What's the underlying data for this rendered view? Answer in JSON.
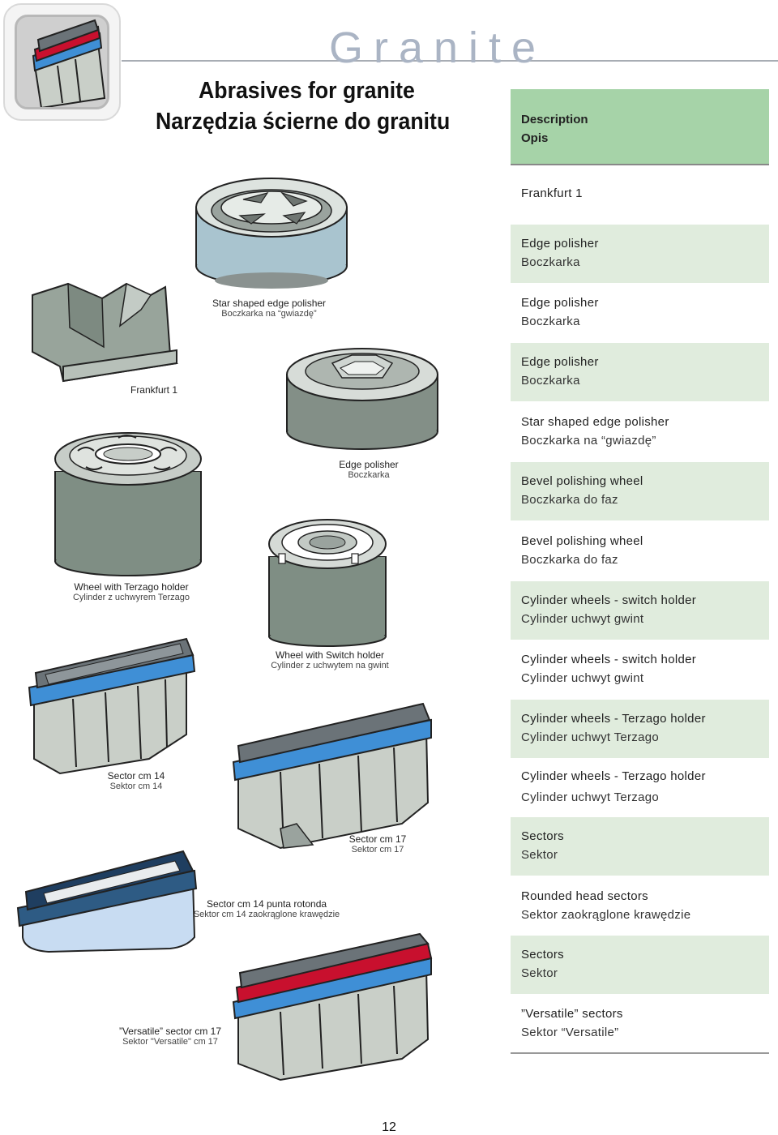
{
  "header": {
    "title": "Granite",
    "heading_en": "Abrasives for granite",
    "heading_pl": "Narzędzia ścierne do granitu"
  },
  "description_header": {
    "line1": "Description",
    "line2": "Opis"
  },
  "rows": [
    {
      "line1": "Frankfurt 1",
      "line2": "",
      "shaded": false
    },
    {
      "line1": "Edge polisher",
      "line2": "Boczkarka",
      "shaded": true
    },
    {
      "line1": "Edge polisher",
      "line2": "Boczkarka",
      "shaded": false
    },
    {
      "line1": "Edge polisher",
      "line2": "Boczkarka",
      "shaded": true
    },
    {
      "line1": "Star shaped edge polisher",
      "line2": "Boczkarka na “gwiazdę”",
      "shaded": false
    },
    {
      "line1": "Bevel polishing wheel",
      "line2": "Boczkarka do faz",
      "shaded": true
    },
    {
      "line1": "Bevel polishing wheel",
      "line2": "Boczkarka do faz",
      "shaded": false
    },
    {
      "line1": "Cylinder wheels - switch holder",
      "line2": "Cylinder uchwyt gwint",
      "shaded": true
    },
    {
      "line1": "Cylinder wheels - switch holder",
      "line2": "Cylinder uchwyt gwint",
      "shaded": false
    },
    {
      "line1": "Cylinder wheels - Terzago holder",
      "line2": "Cylinder uchwyt Terzago",
      "shaded": true
    },
    {
      "line1": "Cylinder wheels - Terzago holder",
      "line2": "Cylinder uchwyt Terzago",
      "shaded": false
    },
    {
      "line1": "Sectors",
      "line2": "Sektor",
      "shaded": true
    },
    {
      "line1": "Rounded head sectors",
      "line2": "Sektor zaokrąglone krawędzie",
      "shaded": false
    },
    {
      "line1": "Sectors",
      "line2": "Sektor",
      "shaded": true
    },
    {
      "line1": "”Versatile” sectors",
      "line2": "Sektor “Versatile”",
      "shaded": false
    }
  ],
  "captions": {
    "star": {
      "line1": "Star shaped edge polisher",
      "line2": "Boczkarka na “gwiazdę”"
    },
    "frankfurt": {
      "line1": "Frankfurt 1",
      "line2": ""
    },
    "edge": {
      "line1": "Edge polisher",
      "line2": "Boczkarka"
    },
    "terzago": {
      "line1": "Wheel with Terzago holder",
      "line2": "Cylinder z uchwyrem Terzago"
    },
    "switch": {
      "line1": "Wheel with Switch holder",
      "line2": "Cylinder z uchwytem na gwint"
    },
    "sector14": {
      "line1": "Sector cm 14",
      "line2": "Sektor cm 14"
    },
    "sector17": {
      "line1": "Sector cm 17",
      "line2": "Sektor cm 17"
    },
    "rotonda": {
      "line1": "Sector cm 14 punta rotonda",
      "line2": "Sektor cm 14 zaokrąglone krawędzie"
    },
    "versatile": {
      "line1": "”Versatile” sector cm 17",
      "line2": "Sektor \"Versatile\" cm 17"
    }
  },
  "page_number": "12",
  "colors": {
    "header_green": "#a6d3a8",
    "row_green": "#e0ecdd",
    "title_gray": "#aab4c4",
    "sector_blue": "#3f8fd6",
    "sector_red": "#c8102e",
    "tool_gray": "#7f8e84"
  }
}
